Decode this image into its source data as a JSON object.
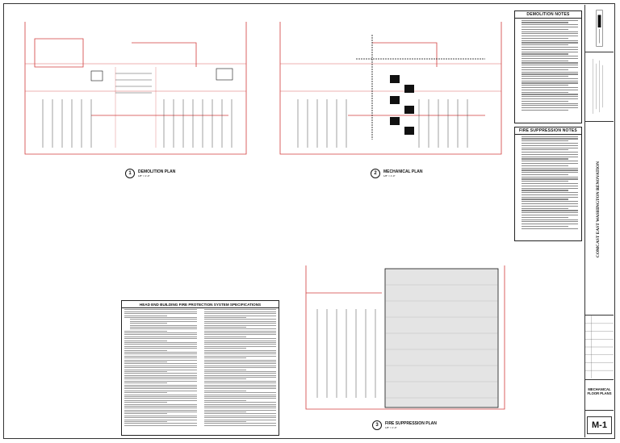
{
  "plans": [
    {
      "id": "demolition",
      "number": "1",
      "title": "DEMOLITION PLAN",
      "scale": "1/8\" = 1'-0\""
    },
    {
      "id": "mechanical",
      "number": "2",
      "title": "MECHANICAL PLAN",
      "scale": "1/8\" = 1'-0\""
    },
    {
      "id": "fire",
      "number": "3",
      "title": "FIRE SUPPRESSION PLAN",
      "scale": "1/8\" = 1'-0\""
    }
  ],
  "demolition_notes": {
    "title": "DEMOLITION NOTES"
  },
  "fire_notes": {
    "title": "FIRE SUPPRESSION NOTES"
  },
  "spec": {
    "title": "HEAD END BUILDING FIRE PROTECTION SYSTEM SPECIFICATIONS"
  },
  "titleblock": {
    "project": "COMCAST EAST WASHINGTON RENOVATION",
    "sheet_title": "MECHANICAL FLOOR PLANS",
    "sheet_number": "M-1"
  },
  "colors": {
    "accent": "#d23c3c",
    "line": "#222222"
  }
}
